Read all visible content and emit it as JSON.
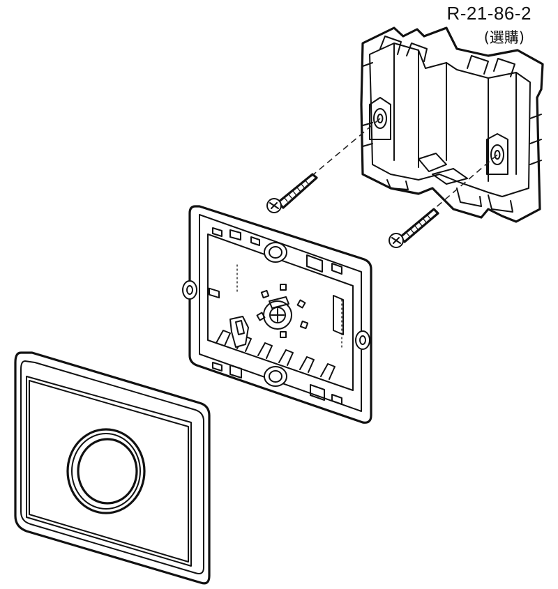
{
  "label": {
    "part_number": "R-21-86-2",
    "note": "(選購)"
  },
  "parts": [
    {
      "name": "back-box",
      "icon": "mounting-box-icon"
    },
    {
      "name": "mounting-screw-left",
      "icon": "screw-icon"
    },
    {
      "name": "mounting-screw-right",
      "icon": "screw-icon"
    },
    {
      "name": "mounting-frame",
      "icon": "frame-icon"
    },
    {
      "name": "cover-plate",
      "icon": "push-button-plate-icon"
    }
  ],
  "colors": {
    "line": "#111111",
    "background": "#ffffff"
  }
}
